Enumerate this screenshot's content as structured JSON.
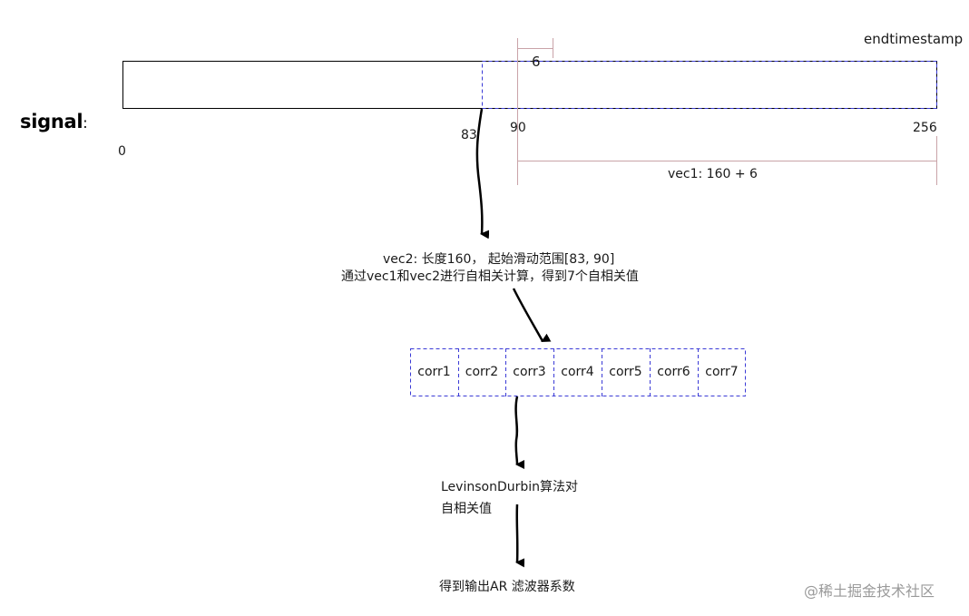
{
  "signal": {
    "title": "signal",
    "colon": ":"
  },
  "timeline": {
    "end_label": "endtimestamp",
    "offset_label": "6",
    "tick_0": "0",
    "tick_83": "83",
    "tick_90": "90",
    "tick_256": "256",
    "vec1_label": "vec1: 160 + 6"
  },
  "steps": {
    "vec2_line1": "vec2: 长度160， 起始滑动范围[83, 90]",
    "vec2_line2": "通过vec1和vec2进行自相关计算，得到7个自相关值",
    "levinson_line1": "LevinsonDurbin算法对",
    "levinson_line2": "自相关值",
    "output": "得到输出AR 滤波器系数"
  },
  "corr_cells": [
    "corr1",
    "corr2",
    "corr3",
    "corr4",
    "corr5",
    "corr6",
    "corr7"
  ],
  "watermark": "@稀土掘金技术社区",
  "colors": {
    "line": "#000000",
    "dashed": "#3a3ad6",
    "bracket": "#c9a3a8",
    "text": "#1a1a1a"
  }
}
